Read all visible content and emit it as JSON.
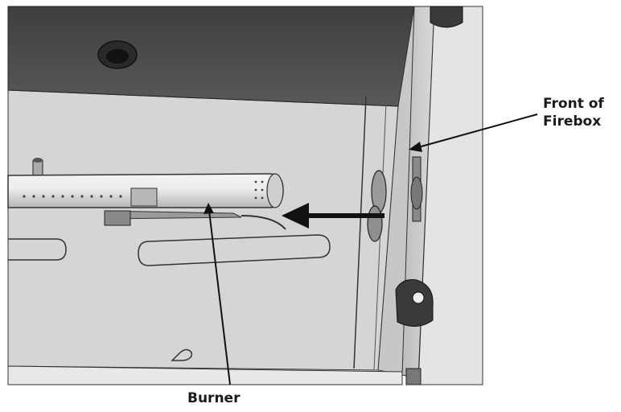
{
  "labels": {
    "front_of_firebox_line1": "Front of",
    "front_of_firebox_line2": "Firebox",
    "burner": "Burner"
  },
  "colors": {
    "back_wall": "#4f4f4f",
    "floor": "#d6d6d6",
    "side_wall": "#c4c4c4",
    "outline": "#1f1f1f",
    "burner_tube": "#dedede",
    "callout_text": "#1a1a1a"
  }
}
